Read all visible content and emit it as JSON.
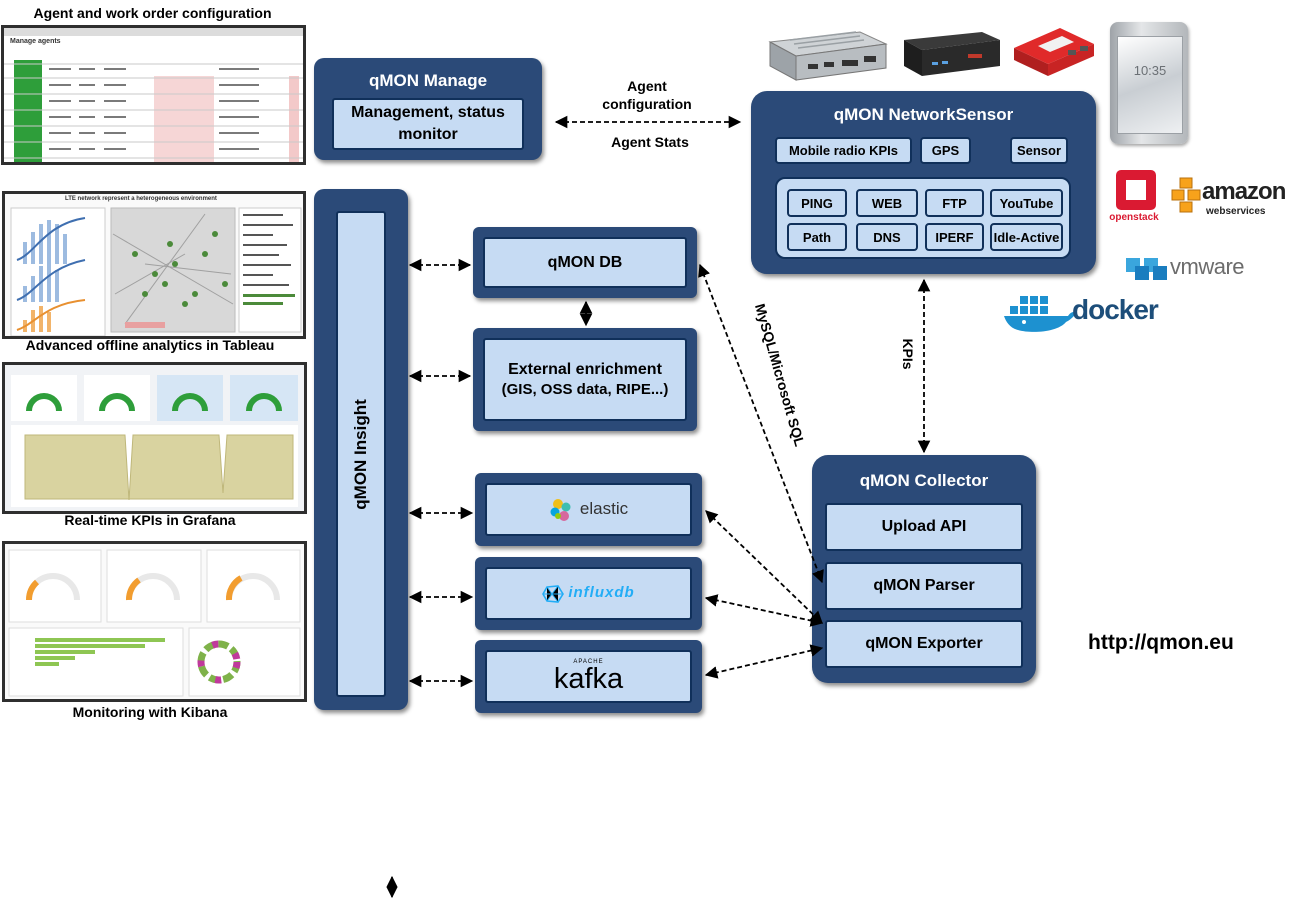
{
  "captions": {
    "agent_config": "Agent and work order configuration",
    "tableau": "Advanced offline analytics in Tableau",
    "grafana": "Real-time KPIs in Grafana",
    "kibana": "Monitoring with Kibana"
  },
  "screenshots": {
    "agent_title": "Manage agents",
    "tableau_title": "LTE network represent a heterogeneous environment"
  },
  "manage": {
    "title": "qMON Manage",
    "inner": "Management, status monitor"
  },
  "insight": {
    "title": "qMON Insight"
  },
  "db": {
    "label": "qMON DB"
  },
  "enrichment": {
    "line1": "External enrichment",
    "line2": "(GIS, OSS data, RIPE...)"
  },
  "elastic": {
    "label": "elastic"
  },
  "influx": {
    "label": "influxdb"
  },
  "kafka": {
    "apache": "APACHE",
    "label": "kafka"
  },
  "links": {
    "agent_configuration": "Agent configuration",
    "agent_stats": "Agent Stats",
    "mysql": "MySQL/Microsoft SQL",
    "kpis": "KPIs"
  },
  "networksensor": {
    "title": "qMON NetworkSensor",
    "top": [
      "Mobile radio KPIs",
      "GPS",
      "Sensor"
    ],
    "tests": [
      "PING",
      "WEB",
      "FTP",
      "YouTube",
      "Path",
      "DNS",
      "IPERF",
      "Idle-Active"
    ]
  },
  "collector": {
    "title": "qMON Collector",
    "items": [
      "Upload API",
      "qMON Parser",
      "qMON Exporter"
    ]
  },
  "vendors": {
    "openstack": "openstack",
    "amazon": "amazon",
    "aws_sub": "webservices",
    "vmware": "vmware",
    "docker": "docker"
  },
  "phone_time": "10:35",
  "url": "http://qmon.eu",
  "colors": {
    "box_dark": "#2b4a78",
    "box_light": "#c6dbf3",
    "green": "#2e9e3a"
  }
}
